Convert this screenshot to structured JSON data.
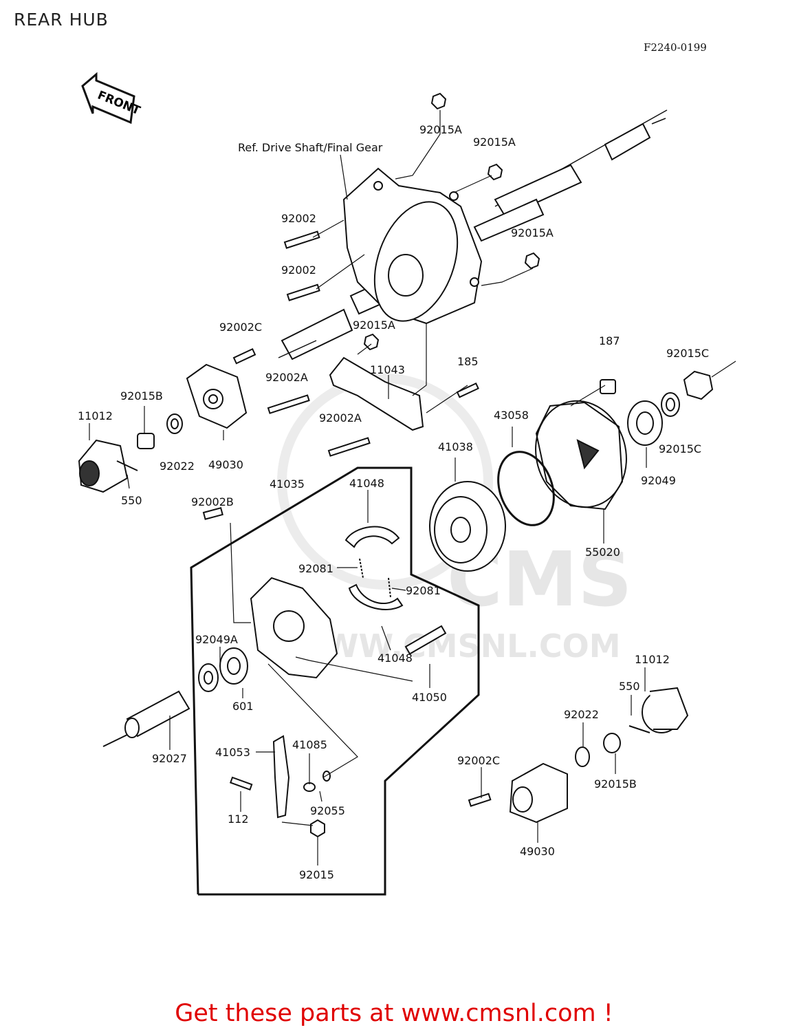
{
  "title": "REAR HUB",
  "drawing_code": "F2240-0199",
  "front_badge": "FRONT",
  "watermark": "WWW.CMSNL.COM",
  "watermark_logo": "CMS",
  "reference_note": "Ref. Drive Shaft/Final Gear",
  "footer": "Get these parts at www.cmsnl.com !",
  "part_labels": [
    "92015A",
    "92015A",
    "92002",
    "92002",
    "92015A",
    "92002C",
    "92015A",
    "11043",
    "185",
    "187",
    "92015C",
    "92015C",
    "92002A",
    "92002A",
    "92015B",
    "11012",
    "92022",
    "49030",
    "550",
    "43058",
    "41038",
    "92049",
    "55020",
    "41035",
    "41048",
    "92002B",
    "92081",
    "92081",
    "92049A",
    "41048",
    "601",
    "41050",
    "11012",
    "550",
    "92027",
    "92022",
    "41053",
    "41085",
    "92002C",
    "92015B",
    "112",
    "92055",
    "49030",
    "92015"
  ]
}
